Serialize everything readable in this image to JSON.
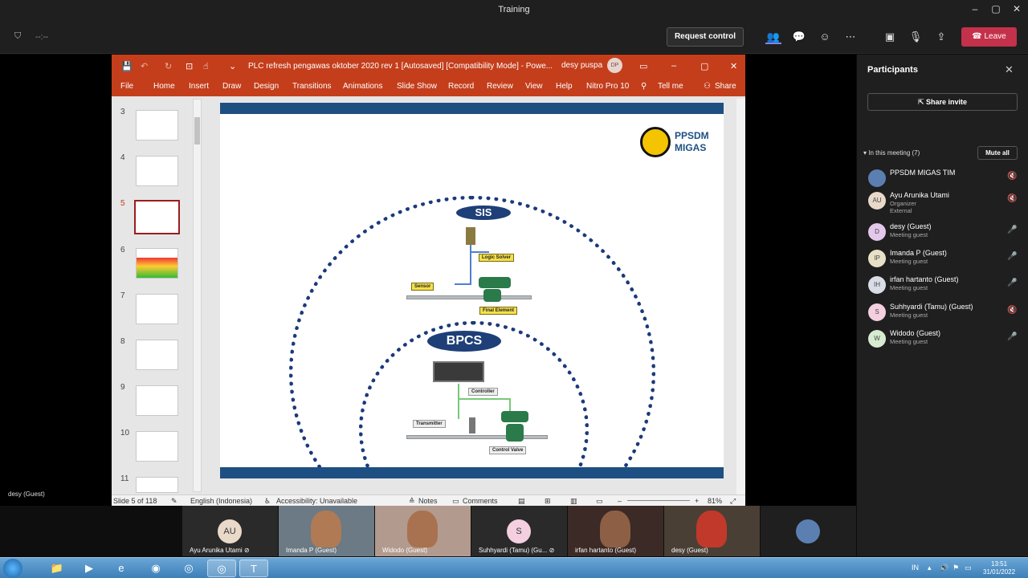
{
  "window": {
    "title": "Training",
    "minimize": "–",
    "maximize": "▢",
    "close": "✕"
  },
  "toolbar": {
    "timer": "--:--",
    "request_control": "Request control",
    "leave": "Leave"
  },
  "stage": {
    "presenter_name": "desy (Guest)"
  },
  "ppt": {
    "doc_title": "PLC refresh pengawas oktober 2020 rev 1 [Autosaved] [Compatibility Mode] - Powe...",
    "user_name": "desy puspa",
    "user_initials": "DP",
    "ribbon": [
      "File",
      "Home",
      "Insert",
      "Draw",
      "Design",
      "Transitions",
      "Animations",
      "Slide Show",
      "Record",
      "Review",
      "View",
      "Help",
      "Nitro Pro 10",
      "Tell me",
      "Share"
    ],
    "thumbnails": [
      "3",
      "4",
      "5",
      "6",
      "7",
      "8",
      "9",
      "10",
      "11"
    ],
    "selected_slide": "5",
    "slide": {
      "logo_line1": "PPSDM",
      "logo_line2": "MIGAS",
      "sis": "SIS",
      "bpcs": "BPCS",
      "logic_solver": "Logic Solver",
      "sensor": "Sensor",
      "final_element": "Final Element",
      "controller": "Controller",
      "transmitter": "Transmitter",
      "control_valve": "Control Valve"
    },
    "status": {
      "slide_of": "Slide 5 of 118",
      "language": "English (Indonesia)",
      "accessibility": "Accessibility: Unavailable",
      "notes": "Notes",
      "comments": "Comments",
      "zoom": "81%"
    }
  },
  "participants": {
    "title": "Participants",
    "share_invite": "Share invite",
    "in_meeting": "In this meeting (7)",
    "mute_all": "Mute all",
    "list": [
      {
        "name": "PPSDM MIGAS TIM",
        "sub1": "",
        "sub2": "",
        "initials": "",
        "color": "#5b7fb0",
        "muted": true
      },
      {
        "name": "Ayu Arunika Utami",
        "sub1": "Organizer",
        "sub2": "External",
        "initials": "AU",
        "color": "#e9d9c9",
        "muted": true
      },
      {
        "name": "desy (Guest)",
        "sub1": "Meeting guest",
        "sub2": "",
        "initials": "D",
        "color": "#e3c8ec",
        "muted": false
      },
      {
        "name": "Imanda P (Guest)",
        "sub1": "Meeting guest",
        "sub2": "",
        "initials": "IP",
        "color": "#e8e0c6",
        "muted": false
      },
      {
        "name": "irfan hartanto (Guest)",
        "sub1": "Meeting guest",
        "sub2": "",
        "initials": "IH",
        "color": "#d8dde6",
        "muted": false
      },
      {
        "name": "Suhhyardi (Tamu) (Guest)",
        "sub1": "Meeting guest",
        "sub2": "",
        "initials": "S",
        "color": "#f3cfe0",
        "muted": true
      },
      {
        "name": "Widodo (Guest)",
        "sub1": "Meeting guest",
        "sub2": "",
        "initials": "W",
        "color": "#d6ecd0",
        "muted": false
      }
    ]
  },
  "video_tiles": [
    {
      "name": "Ayu Arunika Utami",
      "initials": "AU",
      "color": "#e9d9c9",
      "muted": true
    },
    {
      "name": "Imanda P (Guest)",
      "initials": "",
      "color": "",
      "muted": false
    },
    {
      "name": "Widodo (Guest)",
      "initials": "",
      "color": "",
      "muted": false
    },
    {
      "name": "Suhhyardi (Tamu) (Gu...",
      "initials": "S",
      "color": "#f3cfe0",
      "muted": true
    },
    {
      "name": "irfan hartanto (Guest)",
      "initials": "",
      "color": "",
      "muted": false
    },
    {
      "name": "desy (Guest)",
      "initials": "",
      "color": "",
      "muted": false
    }
  ],
  "taskbar": {
    "lang": "IN",
    "time": "13:51",
    "date": "31/01/2022"
  }
}
